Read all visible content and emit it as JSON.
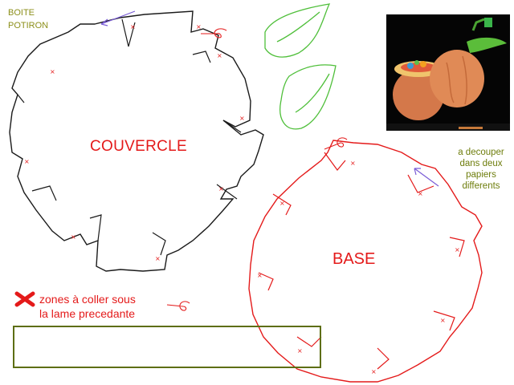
{
  "title": {
    "line1": "BOITE",
    "line2": "POTIRON"
  },
  "labels": {
    "couvercle": "COUVERCLE",
    "base": "BASE"
  },
  "note": {
    "line1": "a decouper",
    "line2": "dans deux",
    "line3": "papiers",
    "line4": "differents"
  },
  "legend": {
    "line1": "zones à coller sous",
    "line2": "la lame precedante"
  },
  "colors": {
    "couvercle": "#1a1a1a",
    "base": "#e41a1a",
    "leaf": "#4fbf3a",
    "strip": "#5d6e14",
    "text_olive": "#6e7d0c"
  }
}
